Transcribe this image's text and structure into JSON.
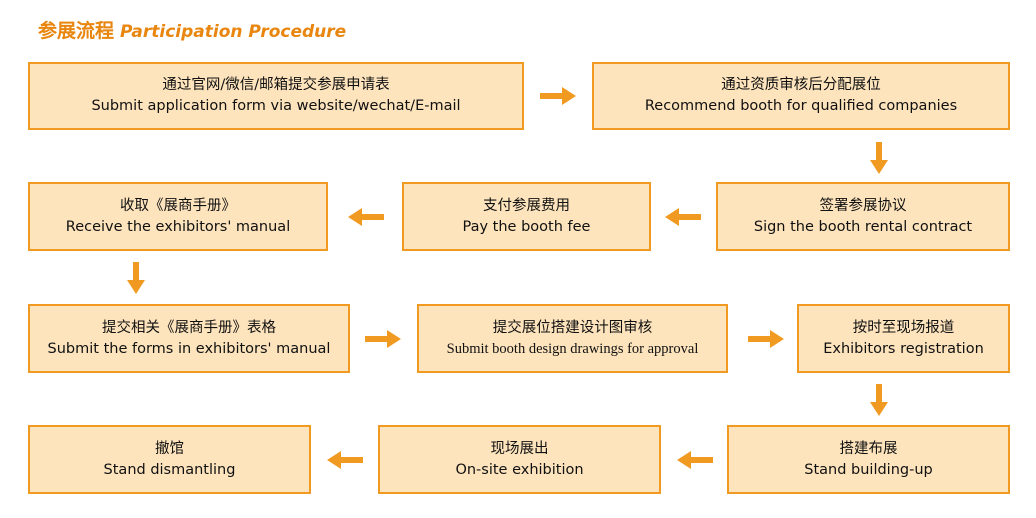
{
  "header": {
    "title_zh": "参展流程",
    "title_en": "Participation Procedure"
  },
  "colors": {
    "accent": "#f09a21",
    "box_fill": "#fde4bd",
    "title": "#e8860f"
  },
  "steps": [
    {
      "zh": "通过官网/微信/邮箱提交参展申请表",
      "en": "Submit application form via website/wechat/E-mail"
    },
    {
      "zh": "通过资质审核后分配展位",
      "en": "Recommend booth for qualified companies"
    },
    {
      "zh": "签署参展协议",
      "en": "Sign the booth rental contract"
    },
    {
      "zh": "支付参展费用",
      "en": "Pay the booth fee"
    },
    {
      "zh": "收取《展商手册》",
      "en": "Receive the exhibitors' manual"
    },
    {
      "zh": "提交相关《展商手册》表格",
      "en": "Submit the forms in exhibitors' manual"
    },
    {
      "zh": "提交展位搭建设计图审核",
      "en": "Submit booth design drawings for approval"
    },
    {
      "zh": "按时至现场报道",
      "en": "Exhibitors registration"
    },
    {
      "zh": "搭建布展",
      "en": "Stand building-up"
    },
    {
      "zh": "现场展出",
      "en": "On-site exhibition"
    },
    {
      "zh": "撤馆",
      "en": "Stand dismantling"
    }
  ],
  "arrows": [
    {
      "from": 1,
      "to": 2,
      "direction": "right"
    },
    {
      "from": 2,
      "to": 3,
      "direction": "down"
    },
    {
      "from": 3,
      "to": 4,
      "direction": "left"
    },
    {
      "from": 4,
      "to": 5,
      "direction": "left"
    },
    {
      "from": 5,
      "to": 6,
      "direction": "down"
    },
    {
      "from": 6,
      "to": 7,
      "direction": "right"
    },
    {
      "from": 7,
      "to": 8,
      "direction": "right"
    },
    {
      "from": 8,
      "to": 9,
      "direction": "down"
    },
    {
      "from": 9,
      "to": 10,
      "direction": "left"
    },
    {
      "from": 10,
      "to": 11,
      "direction": "left"
    }
  ]
}
